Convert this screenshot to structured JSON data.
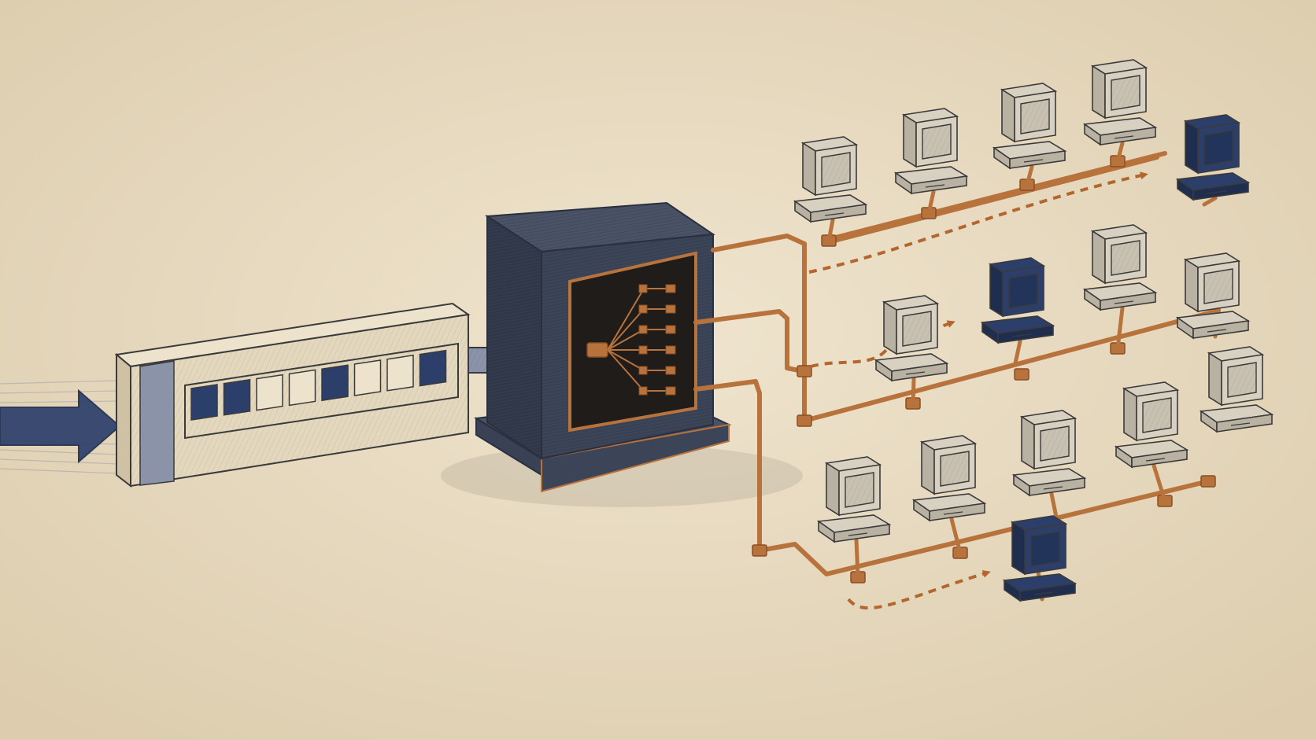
{
  "colors": {
    "paper": "#e9dcc3",
    "paper_shade": "#d9c8a6",
    "ink": "#3b3a3a",
    "navy": "#2c3f6a",
    "navy_dark": "#1f2d4f",
    "copper": "#b8733d",
    "copper_dark": "#8a4f24",
    "beige_light": "#e3d7bd",
    "beige_mid": "#cfc2a4",
    "monitor_light": "#d8d1c2",
    "monitor_mid": "#b9b1a1",
    "monitor_screen": "#c8c0b0",
    "arrow_gray": "#8a93a8",
    "cabinet": "#3c4458",
    "cabinet_dark": "#2a3040",
    "dash": "#b3672e"
  },
  "queue": {
    "slots": [
      "filled",
      "filled",
      "empty",
      "empty",
      "filled",
      "empty",
      "empty",
      "filled"
    ]
  },
  "router": {
    "fan_out_nodes": 6
  },
  "networks": [
    {
      "id": "top",
      "computers": [
        {
          "state": "idle"
        },
        {
          "state": "idle"
        },
        {
          "state": "idle"
        },
        {
          "state": "idle"
        },
        {
          "state": "target"
        }
      ]
    },
    {
      "id": "middle",
      "computers": [
        {
          "state": "idle"
        },
        {
          "state": "target"
        },
        {
          "state": "idle"
        },
        {
          "state": "idle"
        }
      ]
    },
    {
      "id": "bottom",
      "computers": [
        {
          "state": "idle"
        },
        {
          "state": "idle"
        },
        {
          "state": "idle"
        },
        {
          "state": "idle"
        },
        {
          "state": "idle"
        },
        {
          "state": "target"
        }
      ]
    }
  ],
  "icons": [
    "input-arrow-icon",
    "queue-arrow-icon",
    "router-cabinet-icon",
    "computer-icon",
    "dashed-route-icon"
  ]
}
